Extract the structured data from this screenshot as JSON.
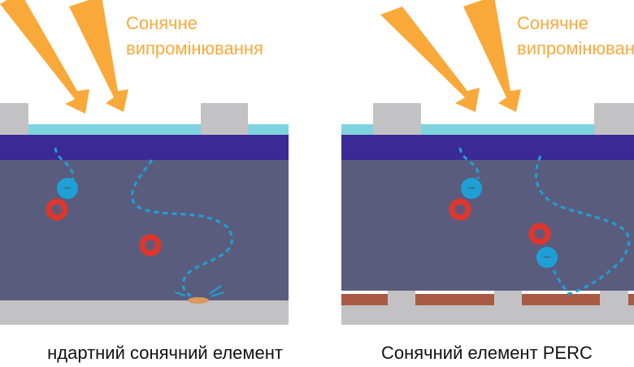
{
  "left_cell": {
    "radiation_label_line1": "Сонячне",
    "radiation_label_line2": "випромінювання",
    "caption": "ндартний сонячний елемент"
  },
  "right_cell": {
    "radiation_label_line1": "Сонячне",
    "radiation_label_line2": "випромінювання",
    "caption": "Сонячний елемент PERC"
  },
  "symbols": {
    "electron": "−",
    "hole": "+"
  },
  "colors": {
    "sunlight": "#f9a93a",
    "contact": "#c2c2c4",
    "antireflective": "#7fd3df",
    "emitter": "#3b2a96",
    "base": "#5a5c7e",
    "passivation": "#a85a42",
    "electron": "#1ea0d6",
    "hole": "#e0352b"
  }
}
